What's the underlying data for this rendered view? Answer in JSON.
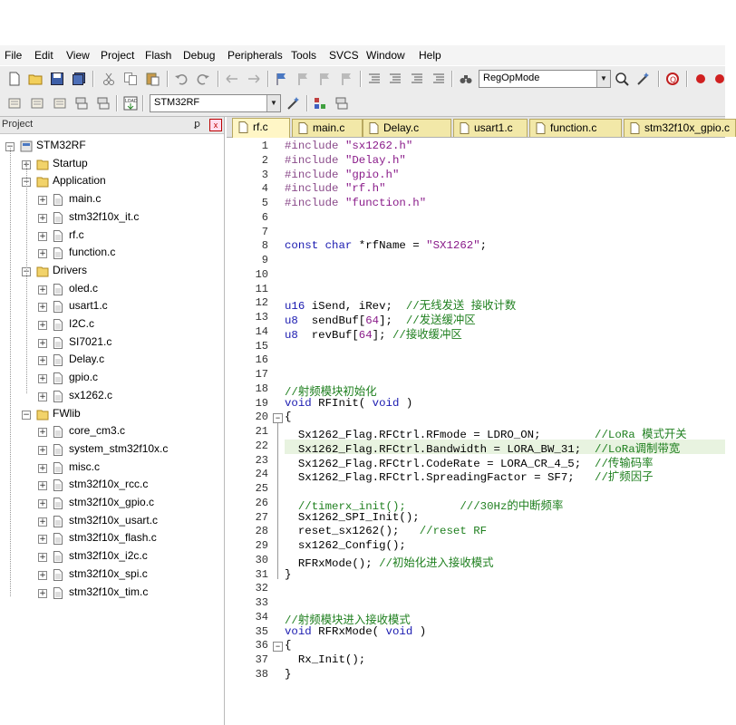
{
  "menu": [
    "File",
    "Edit",
    "View",
    "Project",
    "Flash",
    "Debug",
    "Peripherals",
    "Tools",
    "SVCS",
    "Window",
    "Help"
  ],
  "toolbar": {
    "find_combo": "RegOpMode",
    "target_combo": "STM32RF",
    "icons": [
      "new-file-icon",
      "open-folder-icon",
      "save-icon",
      "save-all-icon",
      "cut-icon",
      "copy-icon",
      "paste-icon",
      "undo-icon",
      "redo-icon",
      "nav-back-icon",
      "nav-forward-icon",
      "bookmark-icon",
      "prev-bookmark-icon",
      "next-bookmark-icon",
      "clear-bookmarks-icon",
      "indent-icon",
      "unindent-icon",
      "comment-icon",
      "uncomment-icon",
      "find-in-files-icon",
      "find-icon",
      "debug-icon",
      "breakpoint-icon"
    ]
  },
  "project": {
    "header": "Project",
    "root": "STM32RF",
    "groups": [
      {
        "name": "Startup",
        "files": []
      },
      {
        "name": "Application",
        "files": [
          "main.c",
          "stm32f10x_it.c",
          "rf.c",
          "function.c"
        ]
      },
      {
        "name": "Drivers",
        "files": [
          "oled.c",
          "usart1.c",
          "I2C.c",
          "SI7021.c",
          "Delay.c",
          "gpio.c",
          "sx1262.c"
        ]
      },
      {
        "name": "FWlib",
        "files": [
          "core_cm3.c",
          "system_stm32f10x.c",
          "misc.c",
          "stm32f10x_rcc.c",
          "stm32f10x_gpio.c",
          "stm32f10x_usart.c",
          "stm32f10x_flash.c",
          "stm32f10x_i2c.c",
          "stm32f10x_spi.c",
          "stm32f10x_tim.c"
        ]
      }
    ]
  },
  "tabs": [
    "rf.c",
    "main.c",
    "Delay.c",
    "usart1.c",
    "function.c",
    "stm32f10x_gpio.c"
  ],
  "active_tab": "rf.c",
  "code_lines": [
    "#include \"sx1262.h\"",
    "#include \"Delay.h\"",
    "#include \"gpio.h\"",
    "#include \"rf.h\"",
    "#include \"function.h\"",
    "",
    "",
    "const char *rfName = \"SX1262\";",
    "",
    "",
    "",
    "u16 iSend, iRev;  //无线发送 接收计数",
    "u8  sendBuf[64];  //发送缓冲区",
    "u8  revBuf[64]; //接收缓冲区",
    "",
    "",
    "",
    "//射频模块初始化",
    "void RFInit( void )",
    "{",
    "  Sx1262_Flag.RFCtrl.RFmode = LDRO_ON;        //LoRa 模式开关",
    "  Sx1262_Flag.RFCtrl.Bandwidth = LORA_BW_31;  //LoRa调制带宽",
    "  Sx1262_Flag.RFCtrl.CodeRate = LORA_CR_4_5;  //传输码率",
    "  Sx1262_Flag.RFCtrl.SpreadingFactor = SF7;   //扩频因子",
    "",
    "  //timerx_init();        ///30Hz的中断频率",
    "  Sx1262_SPI_Init();",
    "  reset_sx1262();   //reset RF",
    "  sx1262_Config();",
    "  RFRxMode(); //初始化进入接收模式",
    "}",
    "",
    "",
    "//射频模块进入接收模式",
    "void RFRxMode( void )",
    "{",
    "  Rx_Init();",
    "}"
  ],
  "highlight_line": 22
}
